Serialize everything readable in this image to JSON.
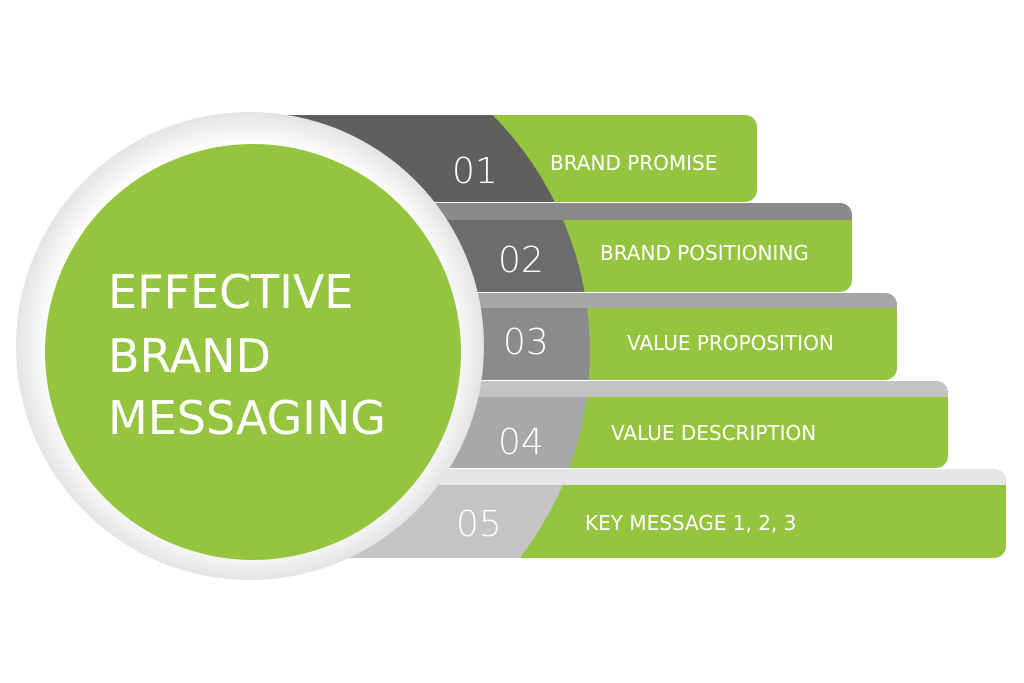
{
  "title_lines": [
    "EFFECTIVE",
    "BRAND",
    "MESSAGING"
  ],
  "steps": [
    {
      "number": "01",
      "label": "BRAND PROMISE"
    },
    {
      "number": "02",
      "label": "BRAND POSITIONING"
    },
    {
      "number": "03",
      "label": "VALUE PROPOSITION"
    },
    {
      "number": "04",
      "label": "VALUE DESCRIPTION"
    },
    {
      "number": "05",
      "label": "KEY MESSAGE 1, 2, 3"
    }
  ],
  "colors": {
    "green": "#95c43f",
    "grays": [
      "#5f5f5f",
      "#6c6c6c",
      "#8b8b8b",
      "#a8a8a8",
      "#c4c4c4"
    ],
    "strips": [
      "#8a8a8a",
      "#a6a6a6",
      "#c3c3c3",
      "#e6e6e6"
    ]
  }
}
